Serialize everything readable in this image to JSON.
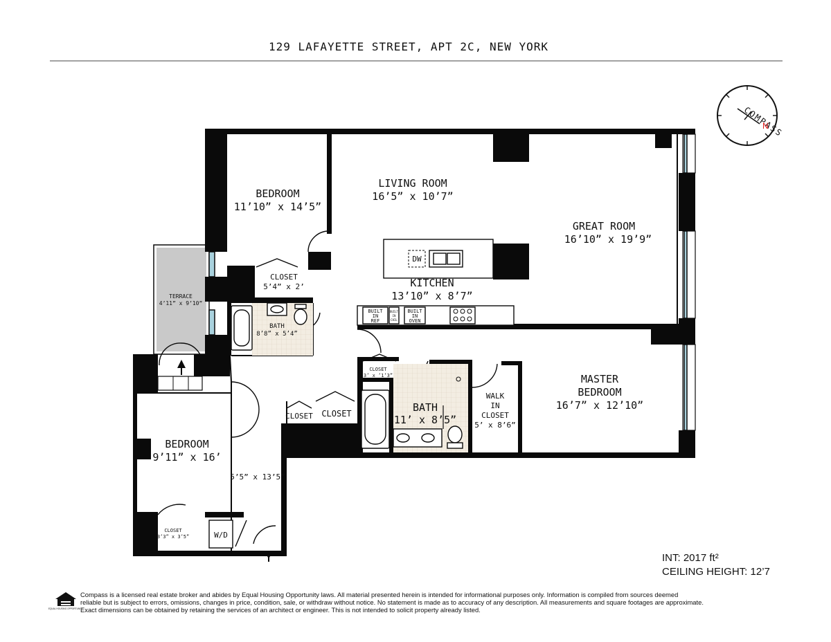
{
  "header": {
    "title": "129 LAFAYETTE STREET, APT 2C, NEW YORK"
  },
  "compass": {
    "label": "COMPASS",
    "north": "N"
  },
  "rooms": {
    "bedroom_top": {
      "name": "BEDROOM",
      "dims": "11’10” x 14’5”"
    },
    "living_room": {
      "name": "LIVING ROOM",
      "dims": "16’5” x 10’7”"
    },
    "great_room": {
      "name": "GREAT ROOM",
      "dims": "16’10” x 19’9”"
    },
    "kitchen": {
      "name": "KITCHEN",
      "dims": "13’10” x 8’7”"
    },
    "closet_top": {
      "name": "CLOSET",
      "dims": "5’4” x 2’"
    },
    "terrace": {
      "name": "TERRACE",
      "dims": "4’11” x 9’10”"
    },
    "bath_small": {
      "name": "BATH",
      "dims": "8’8” x 5’4”"
    },
    "closet_small": {
      "name": "CLOSET",
      "dims": "3’ x ’1’3”"
    },
    "bath_master": {
      "name": "BATH",
      "dims": "11’ x 8’5”"
    },
    "walk_in_closet": {
      "line1": "WALK",
      "line2": "IN",
      "line3": "CLOSET",
      "dims": "5’ x 8’6”"
    },
    "master_bedroom": {
      "line1": "MASTER",
      "line2": "BEDROOM",
      "dims": "16’7” x 12’10”"
    },
    "closet_a": {
      "name": "CLOSET"
    },
    "closet_b": {
      "name": "CLOSET"
    },
    "bedroom_left": {
      "name": "BEDROOM",
      "dims": "9’11” x 16’"
    },
    "hallway": {
      "dims": "5’5” x 13’5”"
    },
    "closet_left": {
      "name": "CLOSET",
      "dims": "3’3” x 3’5”"
    },
    "washer_dryer": {
      "name": "W/D"
    }
  },
  "appliances": {
    "dishwasher": "DW",
    "fridge": {
      "line1": "BUILT",
      "line2": "IN",
      "line3": "REF"
    },
    "wine": {
      "line1": "BUILT",
      "line2": "IN",
      "line3": "CHIL"
    },
    "oven": {
      "line1": "BUILT",
      "line2": "IN",
      "line3": "OVEN"
    }
  },
  "stats": {
    "interior": "INT: 2017 ft²",
    "ceiling": "CEILING HEIGHT: 12’7"
  },
  "footer": {
    "line1": "Compass is a licensed real estate broker and abides by Equal Housing Opportunity laws. All material presented herein is intended for informational purposes only. Information is compiled from sources deemed",
    "line2": "reliable but is subject to errors, omissions, changes in price, condition, sale, or withdraw without notice. No statement is made as to accuracy of any description. All measurements and square footages are approximate.",
    "line3": "Exact dimensions can be obtained by retaining the services of an architect or engineer. This is not intended to solicit property already listed.",
    "logo_text": "EQUAL HOUSING OPPORTUNITY"
  },
  "colors": {
    "wall": "#0a0a0a",
    "window": "#a9d2de",
    "terrace": "#c9c9c9",
    "tile": "#f1ebe0"
  }
}
